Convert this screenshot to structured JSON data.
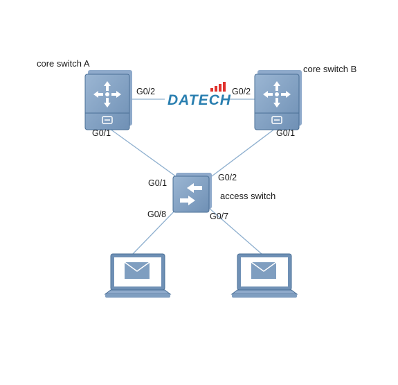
{
  "nodes": {
    "core_a": {
      "label": "core switch A",
      "icon": "core-switch-icon"
    },
    "core_b": {
      "label": "core switch B",
      "icon": "core-switch-icon"
    },
    "access": {
      "label": "access switch",
      "icon": "access-switch-icon"
    },
    "pc_left": {
      "icon": "laptop-mail-icon"
    },
    "pc_right": {
      "icon": "laptop-mail-icon"
    }
  },
  "ports": {
    "a_g02": "G0/2",
    "b_g02": "G0/2",
    "a_g01": "G0/1",
    "b_g01": "G0/1",
    "acc_g01": "G0/1",
    "acc_g02": "G0/2",
    "acc_g08": "G0/8",
    "acc_g07": "G0/7"
  },
  "logo": {
    "text": "DATECH"
  },
  "colors": {
    "device_fill": "#7f9ec0",
    "device_stroke": "#4a6f96",
    "link": "#8fb0cf",
    "logo_blue": "#2a7fb0",
    "logo_red": "#e0322d"
  }
}
